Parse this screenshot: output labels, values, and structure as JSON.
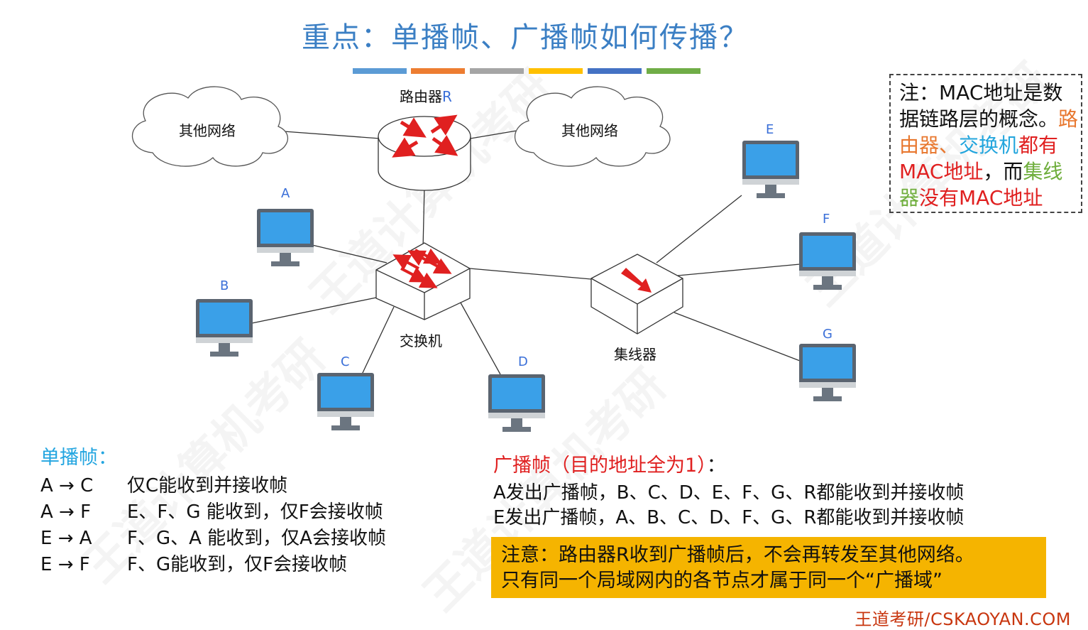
{
  "title": "重点：单播帧、广播帧如何传播？",
  "title_bar_colors": [
    "#5b9bd5",
    "#ed7d31",
    "#a5a5a5",
    "#ffc000",
    "#4472c4",
    "#70ad47"
  ],
  "diagram": {
    "router_label_prefix": "路由器",
    "router_label_suffix": "R",
    "cloud_left": "其他网络",
    "cloud_right": "其他网络",
    "switch_label": "交换机",
    "hub_label": "集线器",
    "hosts": {
      "A": "A",
      "B": "B",
      "C": "C",
      "D": "D",
      "E": "E",
      "F": "F",
      "G": "G"
    }
  },
  "note": {
    "line1": "注：MAC地址是数据链路层的概念。",
    "router": "路由器",
    "sep": "、",
    "switch": "交换机",
    "both_have": "都有MAC地址",
    "comma": "，而",
    "hub": "集线器",
    "no_mac": "没有MAC地址"
  },
  "unicast": {
    "title": "单播帧：",
    "rows": [
      {
        "path": "A → C",
        "desc": "仅C能收到并接收帧"
      },
      {
        "path": "A → F",
        "desc": "E、F、G 能收到，仅F会接收帧"
      },
      {
        "path": "E → A",
        "desc": "F、G、A 能收到，仅A会接收帧"
      },
      {
        "path": "E → F",
        "desc": "F、G能收到，仅F会接收帧"
      }
    ]
  },
  "broadcast": {
    "title_red": "广播帧（目的地址全为1）",
    "title_black": "：",
    "rows": [
      "A发出广播帧，B、C、D、E、F、G、R都能收到并接收帧",
      "E发出广播帧，A、B、C、D、F、G、R都能收到并接收帧"
    ]
  },
  "attention": {
    "line1": "注意：路由器R收到广播帧后，不会再转发至其他网络。",
    "line2": "只有同一个局域网内的各节点才属于同一个“广播域”"
  },
  "footer": "王道考研/CSKAOYAN.COM",
  "colors": {
    "accent_blue": "#3b7fc4",
    "screen_blue": "#3aa0e8",
    "highlight": "#f5b400",
    "red": "#e02020"
  }
}
